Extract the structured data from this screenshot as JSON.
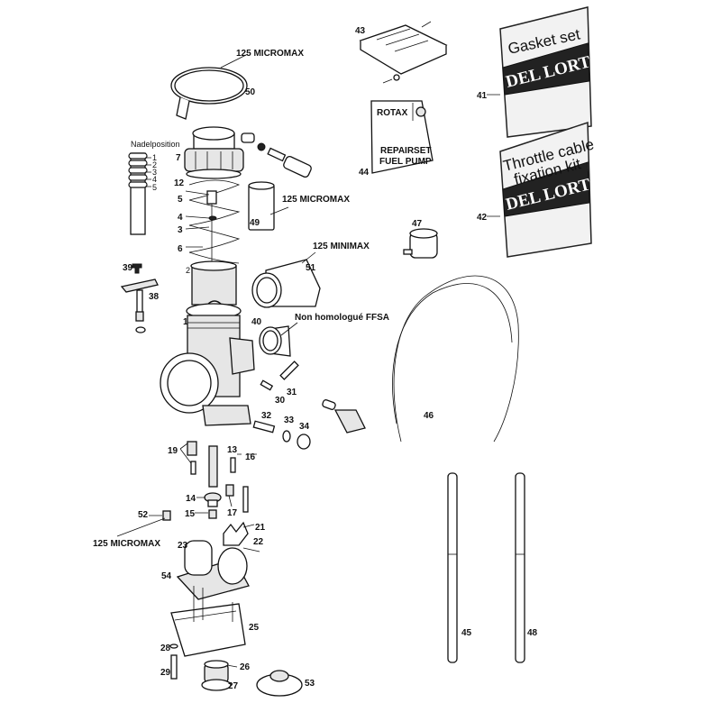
{
  "diagram": {
    "title_labels": {
      "micromax_top": "125 MICROMAX",
      "micromax_mid": "125 MICROMAX",
      "minimax": "125 MINIMAX",
      "non_homologue": "Non homologué FFSA",
      "micromax_bottom": "125 MICROMAX",
      "nadelposition": "Nadelposition"
    },
    "needle_positions": [
      "1",
      "2",
      "3",
      "4",
      "5"
    ],
    "part_numbers": {
      "p1": "1",
      "p2": "2",
      "p3": "3",
      "p4": "4",
      "p5": "5",
      "p6": "6",
      "p7": "7",
      "p12": "12",
      "p13": "13",
      "p14": "14",
      "p15": "15",
      "p16": "16",
      "p17": "17",
      "p19": "19",
      "p21": "21",
      "p22": "22",
      "p23": "23",
      "p25": "25",
      "p26": "26",
      "p27": "27",
      "p28": "28",
      "p29": "29",
      "p30": "30",
      "p31": "31",
      "p32": "32",
      "p33": "33",
      "p34": "34",
      "p38": "38",
      "p39": "39",
      "p40": "40",
      "p41": "41",
      "p42": "42",
      "p43": "43",
      "p44": "44",
      "p45": "45",
      "p46": "46",
      "p47": "47",
      "p48": "48",
      "p49": "49",
      "p50": "50",
      "p51": "51",
      "p52": "52",
      "p53": "53",
      "p54": "54"
    },
    "repairset": {
      "brand": "ROTAX",
      "line1": "REPAIRSET",
      "line2": "FUEL PUMP"
    },
    "gasket_bag": {
      "title": "Gasket set",
      "brand": "DEL LORTO"
    },
    "throttle_bag": {
      "title_line1": "Throttle cable",
      "title_line2": "fixation kit",
      "brand": "DEL LORTO"
    }
  }
}
